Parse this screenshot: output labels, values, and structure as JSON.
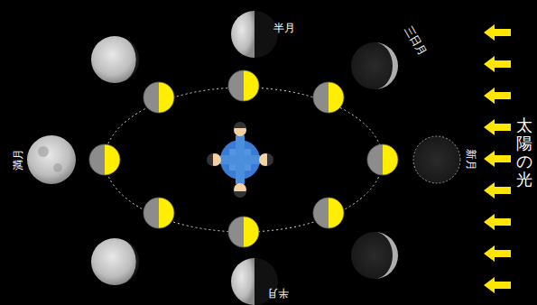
{
  "diagram": {
    "labels": [
      "半月",
      "三日月",
      "新月",
      "半月",
      "満月",
      "太陽の光"
    ]
  }
}
